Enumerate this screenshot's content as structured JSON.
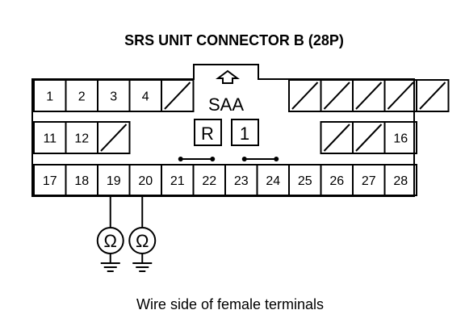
{
  "title": "SRS UNIT CONNECTOR B (28P)",
  "caption": "Wire side of female terminals",
  "lock_label": "SAA",
  "lock_tags": [
    "R",
    "1"
  ],
  "meter_symbol": "Ω",
  "row1": {
    "labels": [
      "1",
      "2",
      "3",
      "4"
    ],
    "right_cells": 5
  },
  "row2": {
    "labels": [
      "11",
      "12"
    ],
    "end_label": "16",
    "blank_cells_left": 1,
    "blank_cells_right": 2
  },
  "row3": {
    "labels": [
      "17",
      "18",
      "19",
      "20",
      "21",
      "22",
      "23",
      "24",
      "25",
      "26",
      "27",
      "28"
    ]
  },
  "shorting_bars": [
    [
      "21",
      "22"
    ],
    [
      "23",
      "24"
    ]
  ],
  "meter_terminals": [
    "19",
    "20"
  ]
}
